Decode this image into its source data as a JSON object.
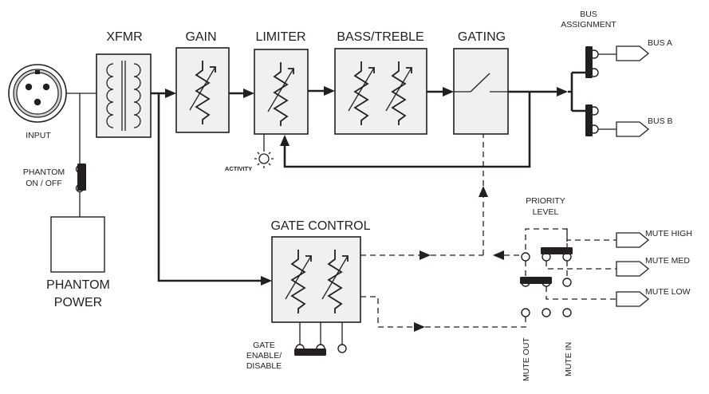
{
  "labels": {
    "input": "INPUT",
    "xfmr": "XFMR",
    "gain": "GAIN",
    "limiter": "LIMITER",
    "bass_treble": "BASS/TREBLE",
    "gating": "GATING",
    "bus_assignment_line1": "BUS",
    "bus_assignment_line2": "ASSIGNMENT",
    "bus_a": "BUS A",
    "bus_b": "BUS B",
    "phantom_switch_line1": "PHANTOM",
    "phantom_switch_line2": "ON / OFF",
    "phantom_power_line1": "PHANTOM",
    "phantom_power_line2": "POWER",
    "activity": "ACTIVITY",
    "gate_control": "GATE CONTROL",
    "gate_enable_line1": "GATE",
    "gate_enable_line2": "ENABLE/",
    "gate_enable_line3": "DISABLE",
    "priority_line1": "PRIORITY",
    "priority_line2": "LEVEL",
    "mute_high": "MUTE HIGH",
    "mute_med": "MUTE MED",
    "mute_low": "MUTE LOW",
    "mute_out": "MUTE OUT",
    "mute_in": "MUTE IN"
  },
  "icons": {
    "input": "xlr-connector-icon",
    "xfmr": "transformer-icon",
    "pot": "variable-resistor-icon",
    "gating": "switch-icon",
    "activity": "led-icon",
    "outputs": "output-flag-icon"
  },
  "colors": {
    "line": "#231f20",
    "block_fill": "#eef0f1"
  }
}
